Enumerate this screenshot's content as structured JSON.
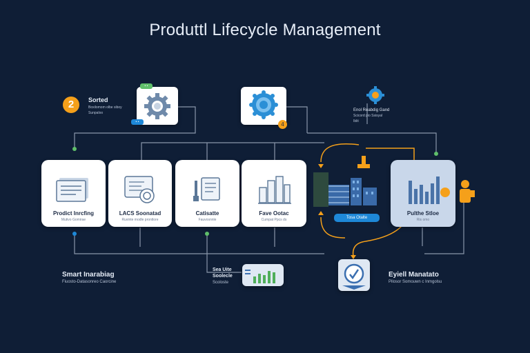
{
  "title": "Produttl Lifecycle Management",
  "top_nodes": {
    "start_badge": "2",
    "start_label": "Sorted",
    "start_note_1": "Boxilomom olbe siboy",
    "start_note_2": "Sunpaloo",
    "settings_tag_top": "• •",
    "settings_tag_bottom": "• •",
    "gear_badge": "4",
    "right_note_title": "Enol Reabdig Gand",
    "right_note_1": "Scicord pio Ssisyal",
    "right_note_2": "Iblit"
  },
  "cards": [
    {
      "label": "Prodict Inrcfing",
      "note": "Mutivo Gomirae"
    },
    {
      "label": "LACS Soonatad",
      "note": "Ruvinte modle prontlore"
    },
    {
      "label": "Catisatte",
      "note": "Fauvosnnle"
    },
    {
      "label": "Fave Ootac",
      "note": "Cumpat Ppcs ds"
    },
    {
      "label": "Pulthe Stloe",
      "note": "Ris omo"
    }
  ],
  "factory_pill": "Tosa Otalte",
  "bottom": {
    "left_title": "Smart Inarabiag",
    "left_note": "Fiuosto-Datasonreo Caorcine",
    "mid_title_1": "Sea Uite",
    "mid_title_2": "Soolecle",
    "mid_title_3": "Scoloste",
    "right_title": "Eyiell Manatato",
    "right_note": "Pilosor Somouwn c Inmgolsu"
  },
  "colors": {
    "background": "#0f1e36",
    "connector": "#8a97ab",
    "accent_orange": "#f5a01a",
    "accent_blue": "#1e88d8",
    "accent_green": "#5fbf6a"
  }
}
